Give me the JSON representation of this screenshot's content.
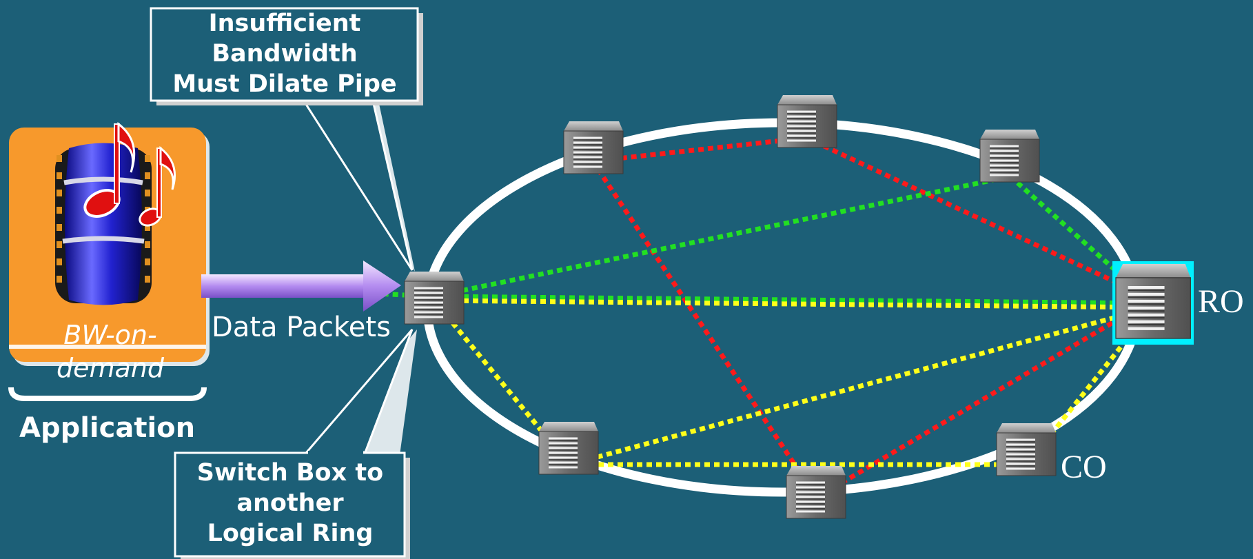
{
  "callouts": {
    "top": [
      "Insufficient",
      "Bandwidth",
      "Must Dilate Pipe"
    ],
    "bottom": [
      "Switch Box to",
      "another",
      "Logical Ring"
    ]
  },
  "application": {
    "icon_label": [
      "BW-on-",
      "demand"
    ],
    "caption": "Application"
  },
  "arrow_label": "Data Packets",
  "node_labels": {
    "ro": "RO",
    "co": "CO"
  },
  "colors": {
    "background": "#1c5f77",
    "ring": "#ffffff",
    "app_box": "#f7992c",
    "highlight": "#00f0ff",
    "link_red": "#ff1a1a",
    "link_green": "#22e022",
    "link_yellow": "#ffff1a"
  },
  "links": {
    "red": [
      [
        "n1",
        "n2"
      ],
      [
        "n2",
        "ro"
      ],
      [
        "n1",
        "n7"
      ],
      [
        "n7",
        "ro"
      ]
    ],
    "green": [
      [
        "sw",
        "n3"
      ],
      [
        "sw",
        "ro"
      ],
      [
        "n3",
        "ro"
      ],
      [
        "app",
        "sw"
      ]
    ],
    "yellow": [
      [
        "sw",
        "ro"
      ],
      [
        "sw",
        "n5"
      ],
      [
        "n5",
        "ro"
      ],
      [
        "n5",
        "co"
      ],
      [
        "co",
        "ro"
      ]
    ]
  }
}
